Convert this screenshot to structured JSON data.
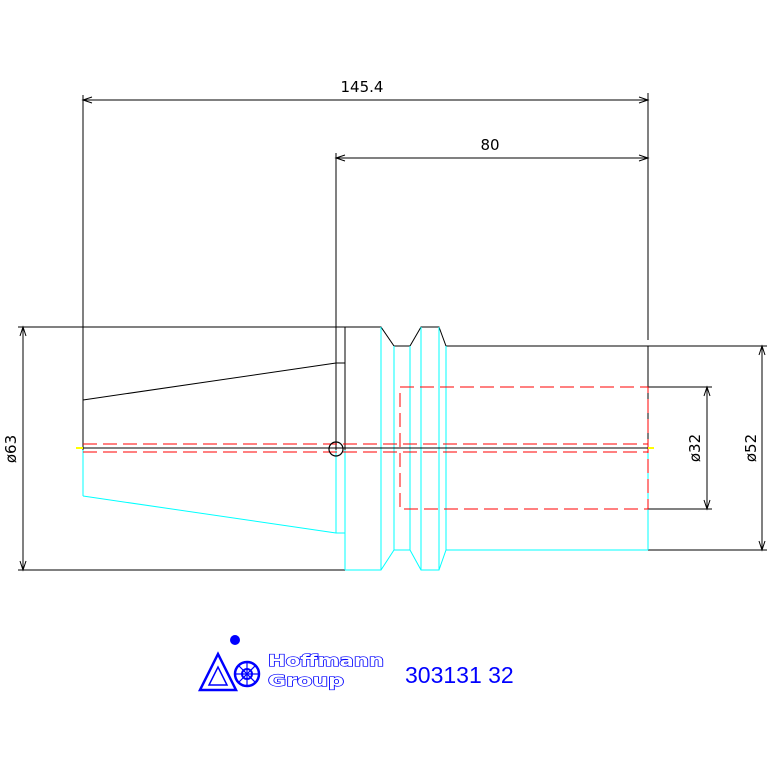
{
  "dimensions": {
    "overall_length": "145.4",
    "shank_length": "80",
    "flange_diameter": "ø63",
    "bore_diameter": "ø32",
    "shank_diameter": "ø52"
  },
  "logo": {
    "line1": "Hoffmann",
    "line2": "Group"
  },
  "part_number": "303131 32",
  "colors": {
    "outline": "#000000",
    "cyan_edge": "#00ffff",
    "hidden_line": "#ff0000",
    "brand": "#0000ff",
    "center_marker": "#ffff00"
  }
}
